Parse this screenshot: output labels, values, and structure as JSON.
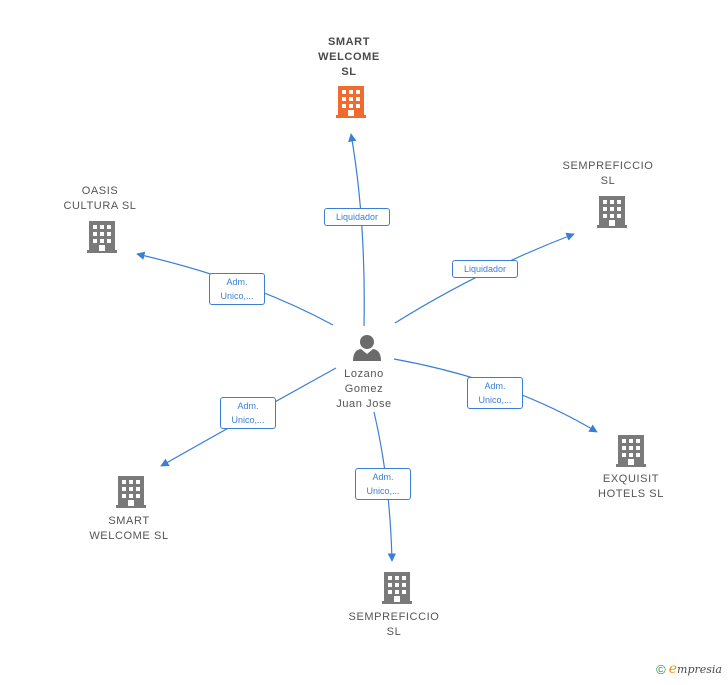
{
  "colors": {
    "edge": "#3a7fd5",
    "company": "#7a7a7a",
    "focus_company": "#f26b2e",
    "person": "#6b6b6b"
  },
  "nodes": {
    "smart_welcome_top": {
      "label": "SMART\nWELCOME\nSL",
      "icon": "building-icon"
    },
    "oasis_cultura": {
      "label": "OASIS\nCULTURA  SL",
      "icon": "building-icon"
    },
    "sempreficcio_right": {
      "label": "SEMPREFICCIO\nSL",
      "icon": "building-icon"
    },
    "person": {
      "label": "Lozano\nGomez\nJuan Jose",
      "icon": "person-icon"
    },
    "exquisit_hotels": {
      "label": "EXQUISIT\nHOTELS  SL",
      "icon": "building-icon"
    },
    "smart_welcome_bottom": {
      "label": "SMART\nWELCOME  SL",
      "icon": "building-icon"
    },
    "sempreficcio_bottom": {
      "label": "SEMPREFICCIO\nSL",
      "icon": "building-icon"
    }
  },
  "edges": {
    "to_smart_welcome_top": {
      "label": "Liquidador"
    },
    "to_sempreficcio_right": {
      "label": "Liquidador"
    },
    "to_oasis_cultura": {
      "label": "Adm.\nUnico,..."
    },
    "to_exquisit_hotels": {
      "label": "Adm.\nUnico,..."
    },
    "to_smart_welcome_bottom": {
      "label": "Adm.\nUnico,..."
    },
    "to_sempreficcio_bottom": {
      "label": "Adm.\nUnico,..."
    }
  },
  "brand": {
    "copyright": "©",
    "initial": "e",
    "name": "mpresia"
  }
}
